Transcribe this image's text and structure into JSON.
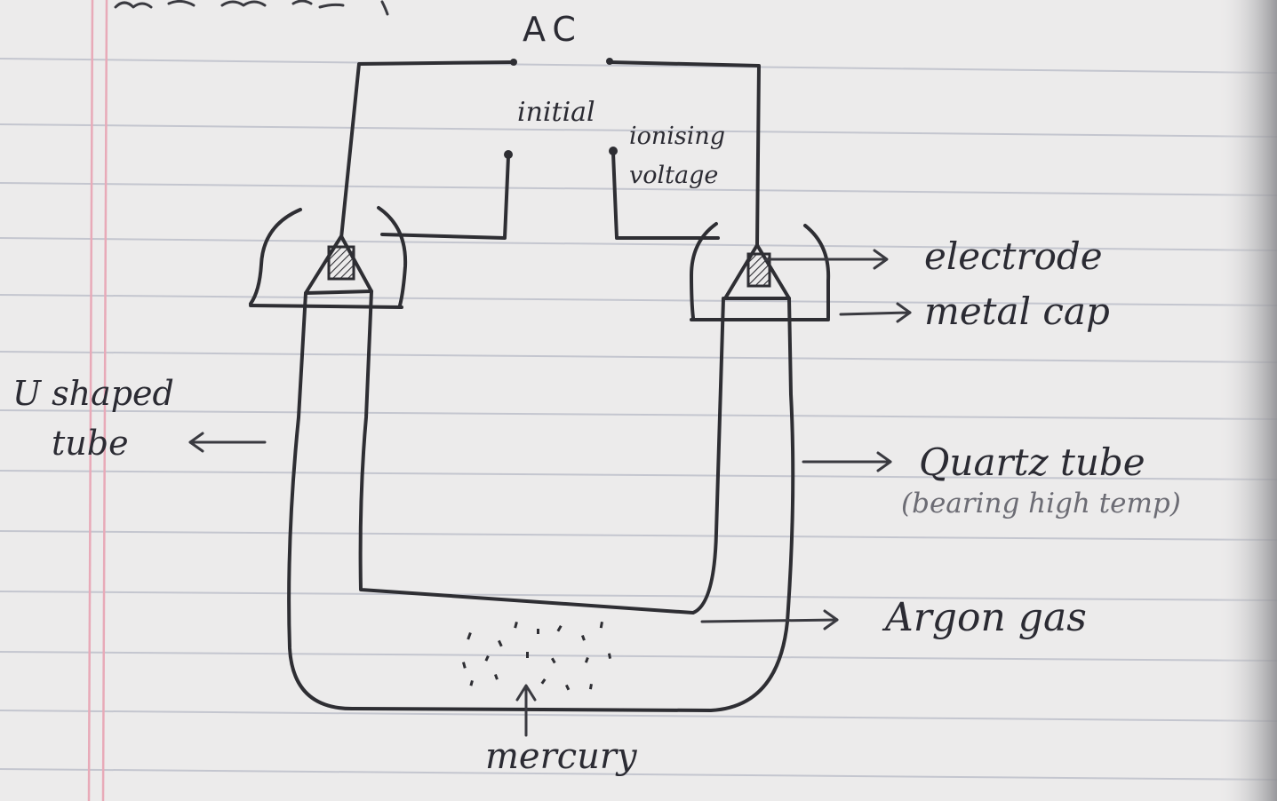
{
  "diagram": {
    "power_label": "AC",
    "initial_ionising_label_line1": "initial",
    "initial_ionising_label_line2": "ionising",
    "initial_ionising_label_line3": "voltage",
    "electrode_label": "electrode",
    "metal_cap_label": "metal cap",
    "u_tube_label_line1": "U shaped",
    "u_tube_label_line2": "tube",
    "quartz_tube_label": "Quartz tube",
    "quartz_tube_note": "(bearing high temp)",
    "argon_label": "Argon gas",
    "mercury_label": "mercury"
  },
  "colors": {
    "paper": "#ecebeb",
    "ruled_line": "#c4c6cf",
    "margin_line": "#e8aab8",
    "ink": "#2e2e33"
  }
}
